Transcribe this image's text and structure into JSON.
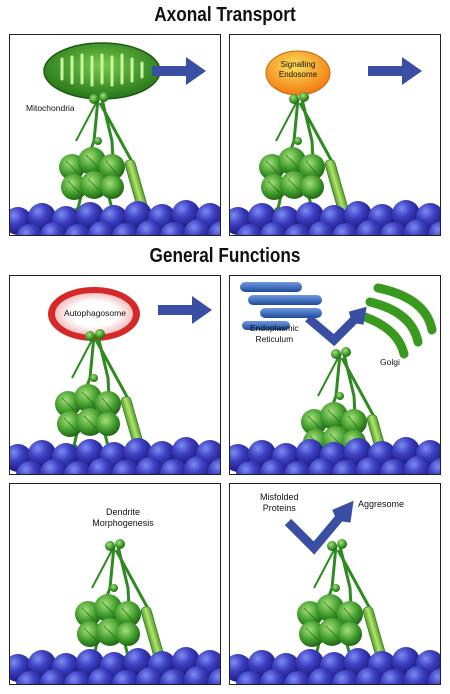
{
  "headings": {
    "axonal_transport": "Axonal Transport",
    "general_functions": "General Functions"
  },
  "panels": {
    "mitochondria": {
      "label": "Mitochondria"
    },
    "signalling_endosome": {
      "label_line1": "Signalling",
      "label_line2": "Endosome"
    },
    "autophagosome": {
      "label": "Autophagosome"
    },
    "er_golgi": {
      "er_line1": "Endoplasmic",
      "er_line2": "Reticulum",
      "golgi": "Golgi"
    },
    "dendrite": {
      "line1": "Dendrite",
      "line2": "Morphogenesis"
    },
    "aggresome": {
      "misfolded_line1": "Misfolded",
      "misfolded_line2": "Proteins",
      "aggresome": "Aggresome"
    }
  },
  "colors": {
    "arrow_blue": "#3a4fa3",
    "motor_green": "#3e9a2a",
    "motor_dark": "#1f5c16",
    "microtubule_blue": "#3b37b8",
    "mitochondria_green": "#2f8f22",
    "endosome_orange": "#f39a1c",
    "autophagosome_red": "#d92b2b",
    "er_blue": "#2f5fb0",
    "golgi_green": "#3a9a20"
  }
}
